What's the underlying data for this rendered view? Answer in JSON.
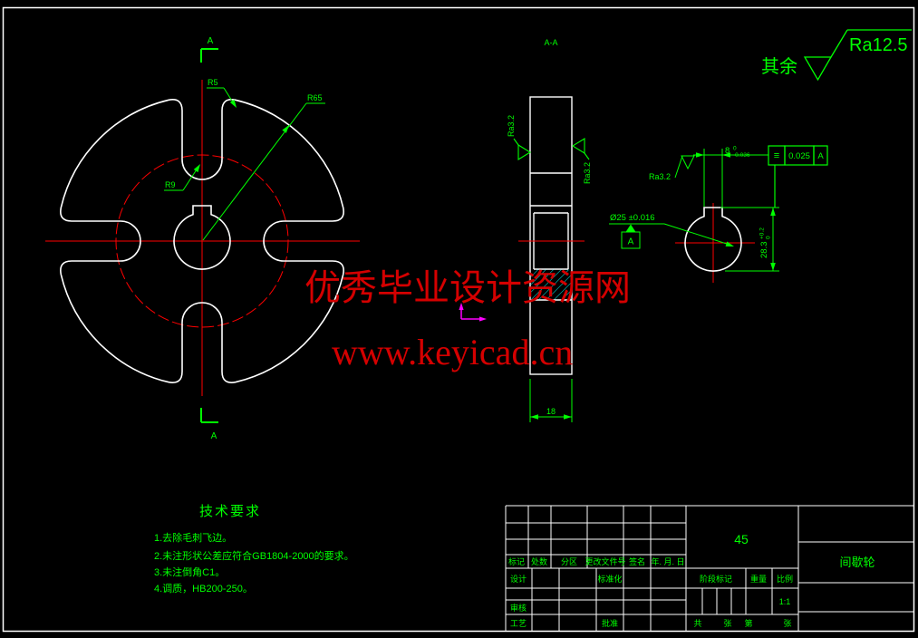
{
  "colors": {
    "background": "#000000",
    "outline": "#ffffff",
    "dimension": "#00ff00",
    "centerline": "#ff0000",
    "hatch": "#00ffff",
    "ucs": "#ff00ff",
    "watermark": "#d40000"
  },
  "general_roughness": {
    "prefix": "其余",
    "value": "Ra12.5"
  },
  "section": {
    "label": "A-A",
    "cut_mark_top": "A",
    "cut_mark_bottom": "A",
    "roughness_left": "Ra3.2",
    "roughness_right": "Ra3.2",
    "thickness": "18"
  },
  "front_view": {
    "r5": "R5",
    "r65": "R65",
    "r9": "R9"
  },
  "detail_view": {
    "bore": "Ø25 ±0.016",
    "datum": "A",
    "keyway_width": "8",
    "keyway_width_upper": "0",
    "keyway_width_lower": "-0.036",
    "keyway_depth": "28.3",
    "keyway_depth_upper": "+0.2",
    "keyway_depth_lower": "0",
    "fcf_symbol": "≡",
    "fcf_tolerance": "0.025",
    "fcf_datum": "A",
    "roughness": "Ra3.2"
  },
  "watermark": {
    "line1": "优秀毕业设计资源网",
    "line2": "www.keyicad.cn"
  },
  "tech_requirements": {
    "title": "技术要求",
    "items": [
      "1.去除毛刺飞边。",
      "2.未注形状公差应符合GB1804-2000的要求。",
      "3.未注倒角C1。",
      "4.调质，HB200-250。"
    ]
  },
  "title_block": {
    "mark": "标记",
    "count": "处数",
    "zone": "分区",
    "change_doc": "更改文件号",
    "sign": "签名",
    "date": "年. 月. 日",
    "design": "设计",
    "standardize": "标准化",
    "check": "审核",
    "process": "工艺",
    "approve": "批准",
    "stage_mark": "阶段标记",
    "weight": "重量",
    "scale_label": "比例",
    "scale_value": "1:1",
    "material": "45",
    "part_name": "间歇轮",
    "sheet_total_label": "共",
    "sheet_unit1": "张",
    "sheet_no_label": "第",
    "sheet_unit2": "张"
  }
}
